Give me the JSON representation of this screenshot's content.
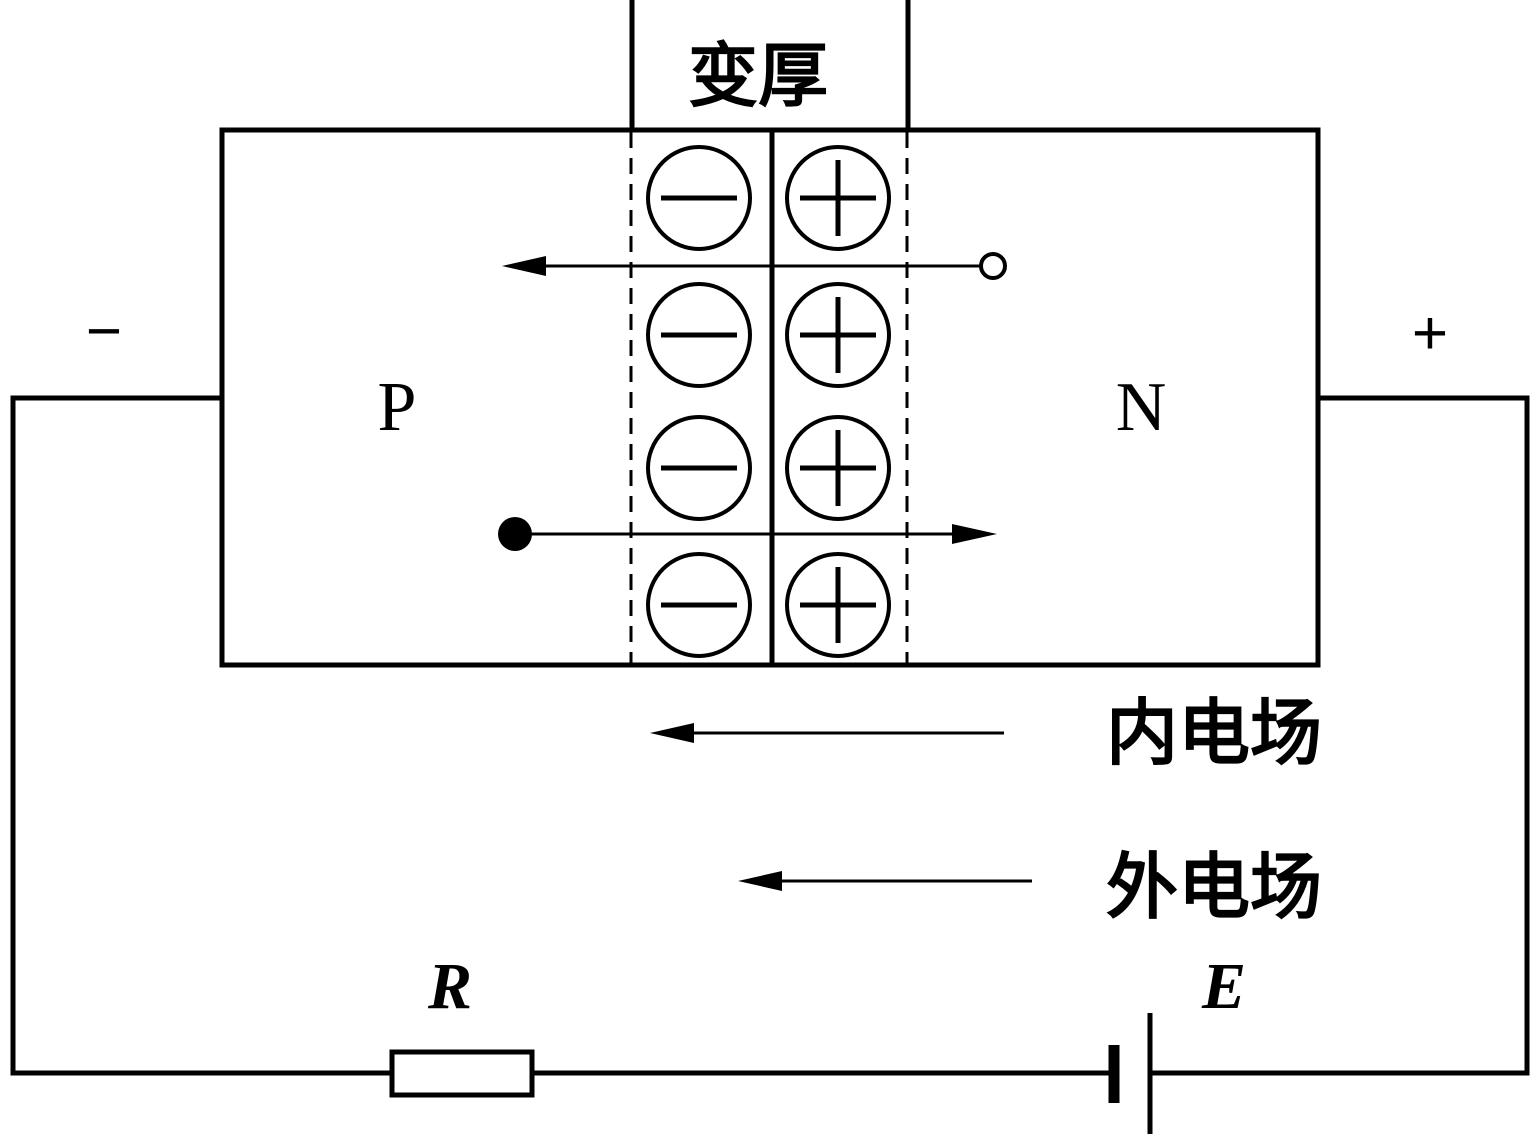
{
  "labels": {
    "widening": "变厚",
    "p_region": "P",
    "n_region": "N",
    "negative_terminal": "−",
    "positive_terminal": "+",
    "internal_field": "内电场",
    "external_field": "外电场",
    "resistor": "R",
    "battery": "E"
  },
  "ions": {
    "negative_column_count": 4,
    "positive_column_count": 4
  }
}
